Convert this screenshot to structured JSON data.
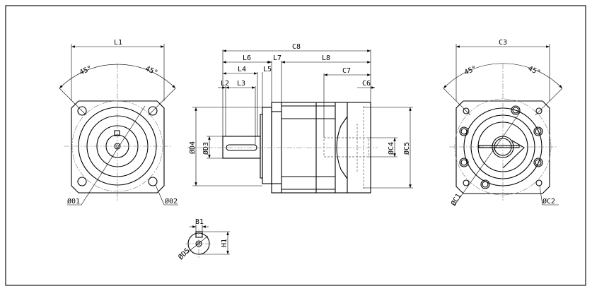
{
  "front_view": {
    "width_label": "L1",
    "angle_left": "45°",
    "angle_right": "45°",
    "pcd_label": "Ø01",
    "hole_label": "Ø02"
  },
  "side_view": {
    "labels": {
      "C8": "C8",
      "L6": "L6",
      "L7": "L7",
      "L8": "L8",
      "L4": "L4",
      "L5": "L5",
      "C7": "C7",
      "L2": "L2",
      "L3": "L3",
      "C6": "C6",
      "D4": "ØD4",
      "D3": "ØD3",
      "C4": "ØC4",
      "C5": "ØC5"
    }
  },
  "rear_view": {
    "width_label": "C3",
    "angle_left": "45°",
    "angle_right": "45°",
    "pcd_label": "ØC1",
    "hole_label": "ØC2"
  },
  "key_detail": {
    "key_width_label": "B1",
    "height_label": "H1",
    "diameter_label": "ØD5"
  }
}
